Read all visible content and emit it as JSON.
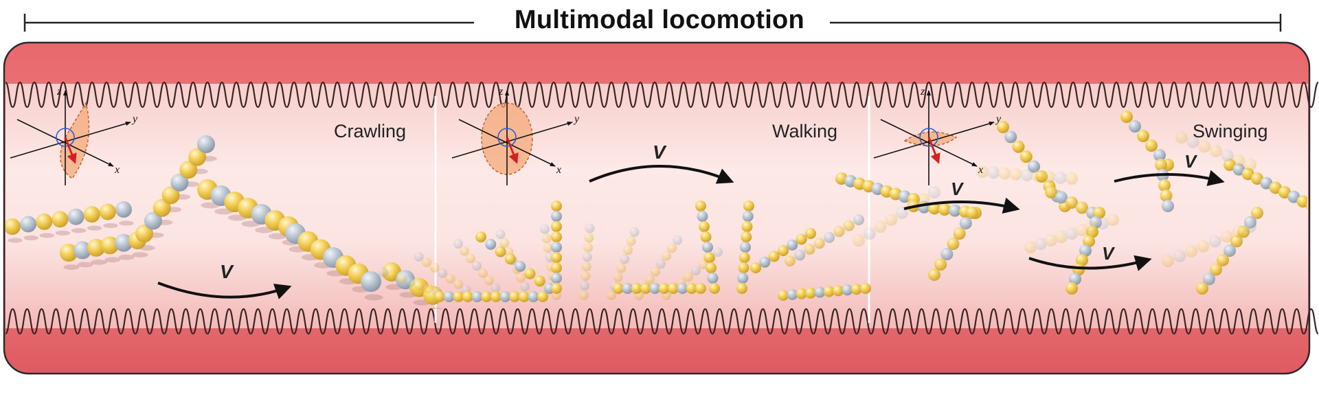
{
  "title": "Multimodal locomotion",
  "panels": [
    {
      "label": "Crawling",
      "velocity_label": "V"
    },
    {
      "label": "Walking",
      "velocity_label": "V"
    },
    {
      "label": "Swinging",
      "velocity_labels": [
        "V",
        "V",
        "V"
      ]
    }
  ],
  "axes": {
    "z": "z",
    "y": "y",
    "x": "x"
  },
  "colors": {
    "vessel_outer": "#e45d63",
    "vessel_inner": "#fbe2e0",
    "bead_gold": "#f2c94c",
    "bead_silver": "#b9c3cf",
    "cone": "#f4a97a",
    "arrow": "#111111",
    "torque_arrow": "#d52020",
    "rotation_arrow": "#2a5bd7"
  }
}
